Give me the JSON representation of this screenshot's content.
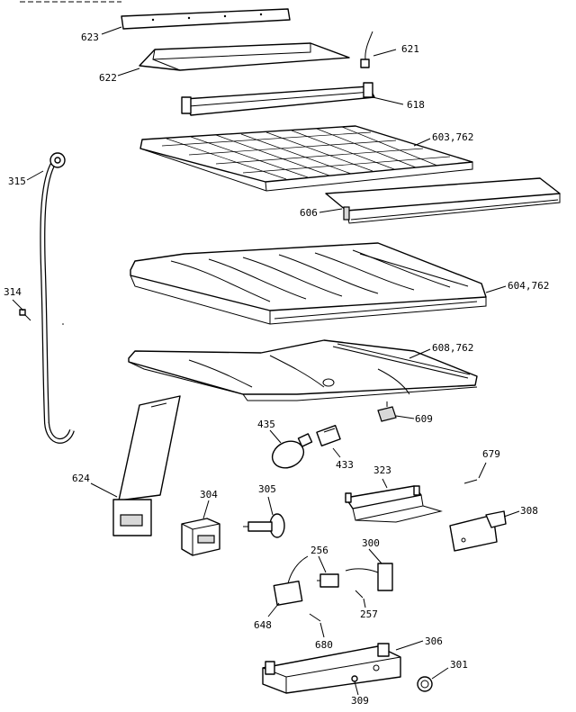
{
  "labels": {
    "p623": "623",
    "p622": "622",
    "p621": "621",
    "p618": "618",
    "p603": "603,762",
    "p315": "315",
    "p606": "606",
    "p314": "314",
    "p604": "604,762",
    "p608": "608,762",
    "p609": "609",
    "p435": "435",
    "p433": "433",
    "p323": "323",
    "p679": "679",
    "p624": "624",
    "p304": "304",
    "p305": "305",
    "p308": "308",
    "p256": "256",
    "p300": "300",
    "p257": "257",
    "p648": "648",
    "p680": "680",
    "p306": "306",
    "p301": "301",
    "p309": "309"
  },
  "colors": {
    "line": "#000000",
    "background": "#ffffff"
  }
}
